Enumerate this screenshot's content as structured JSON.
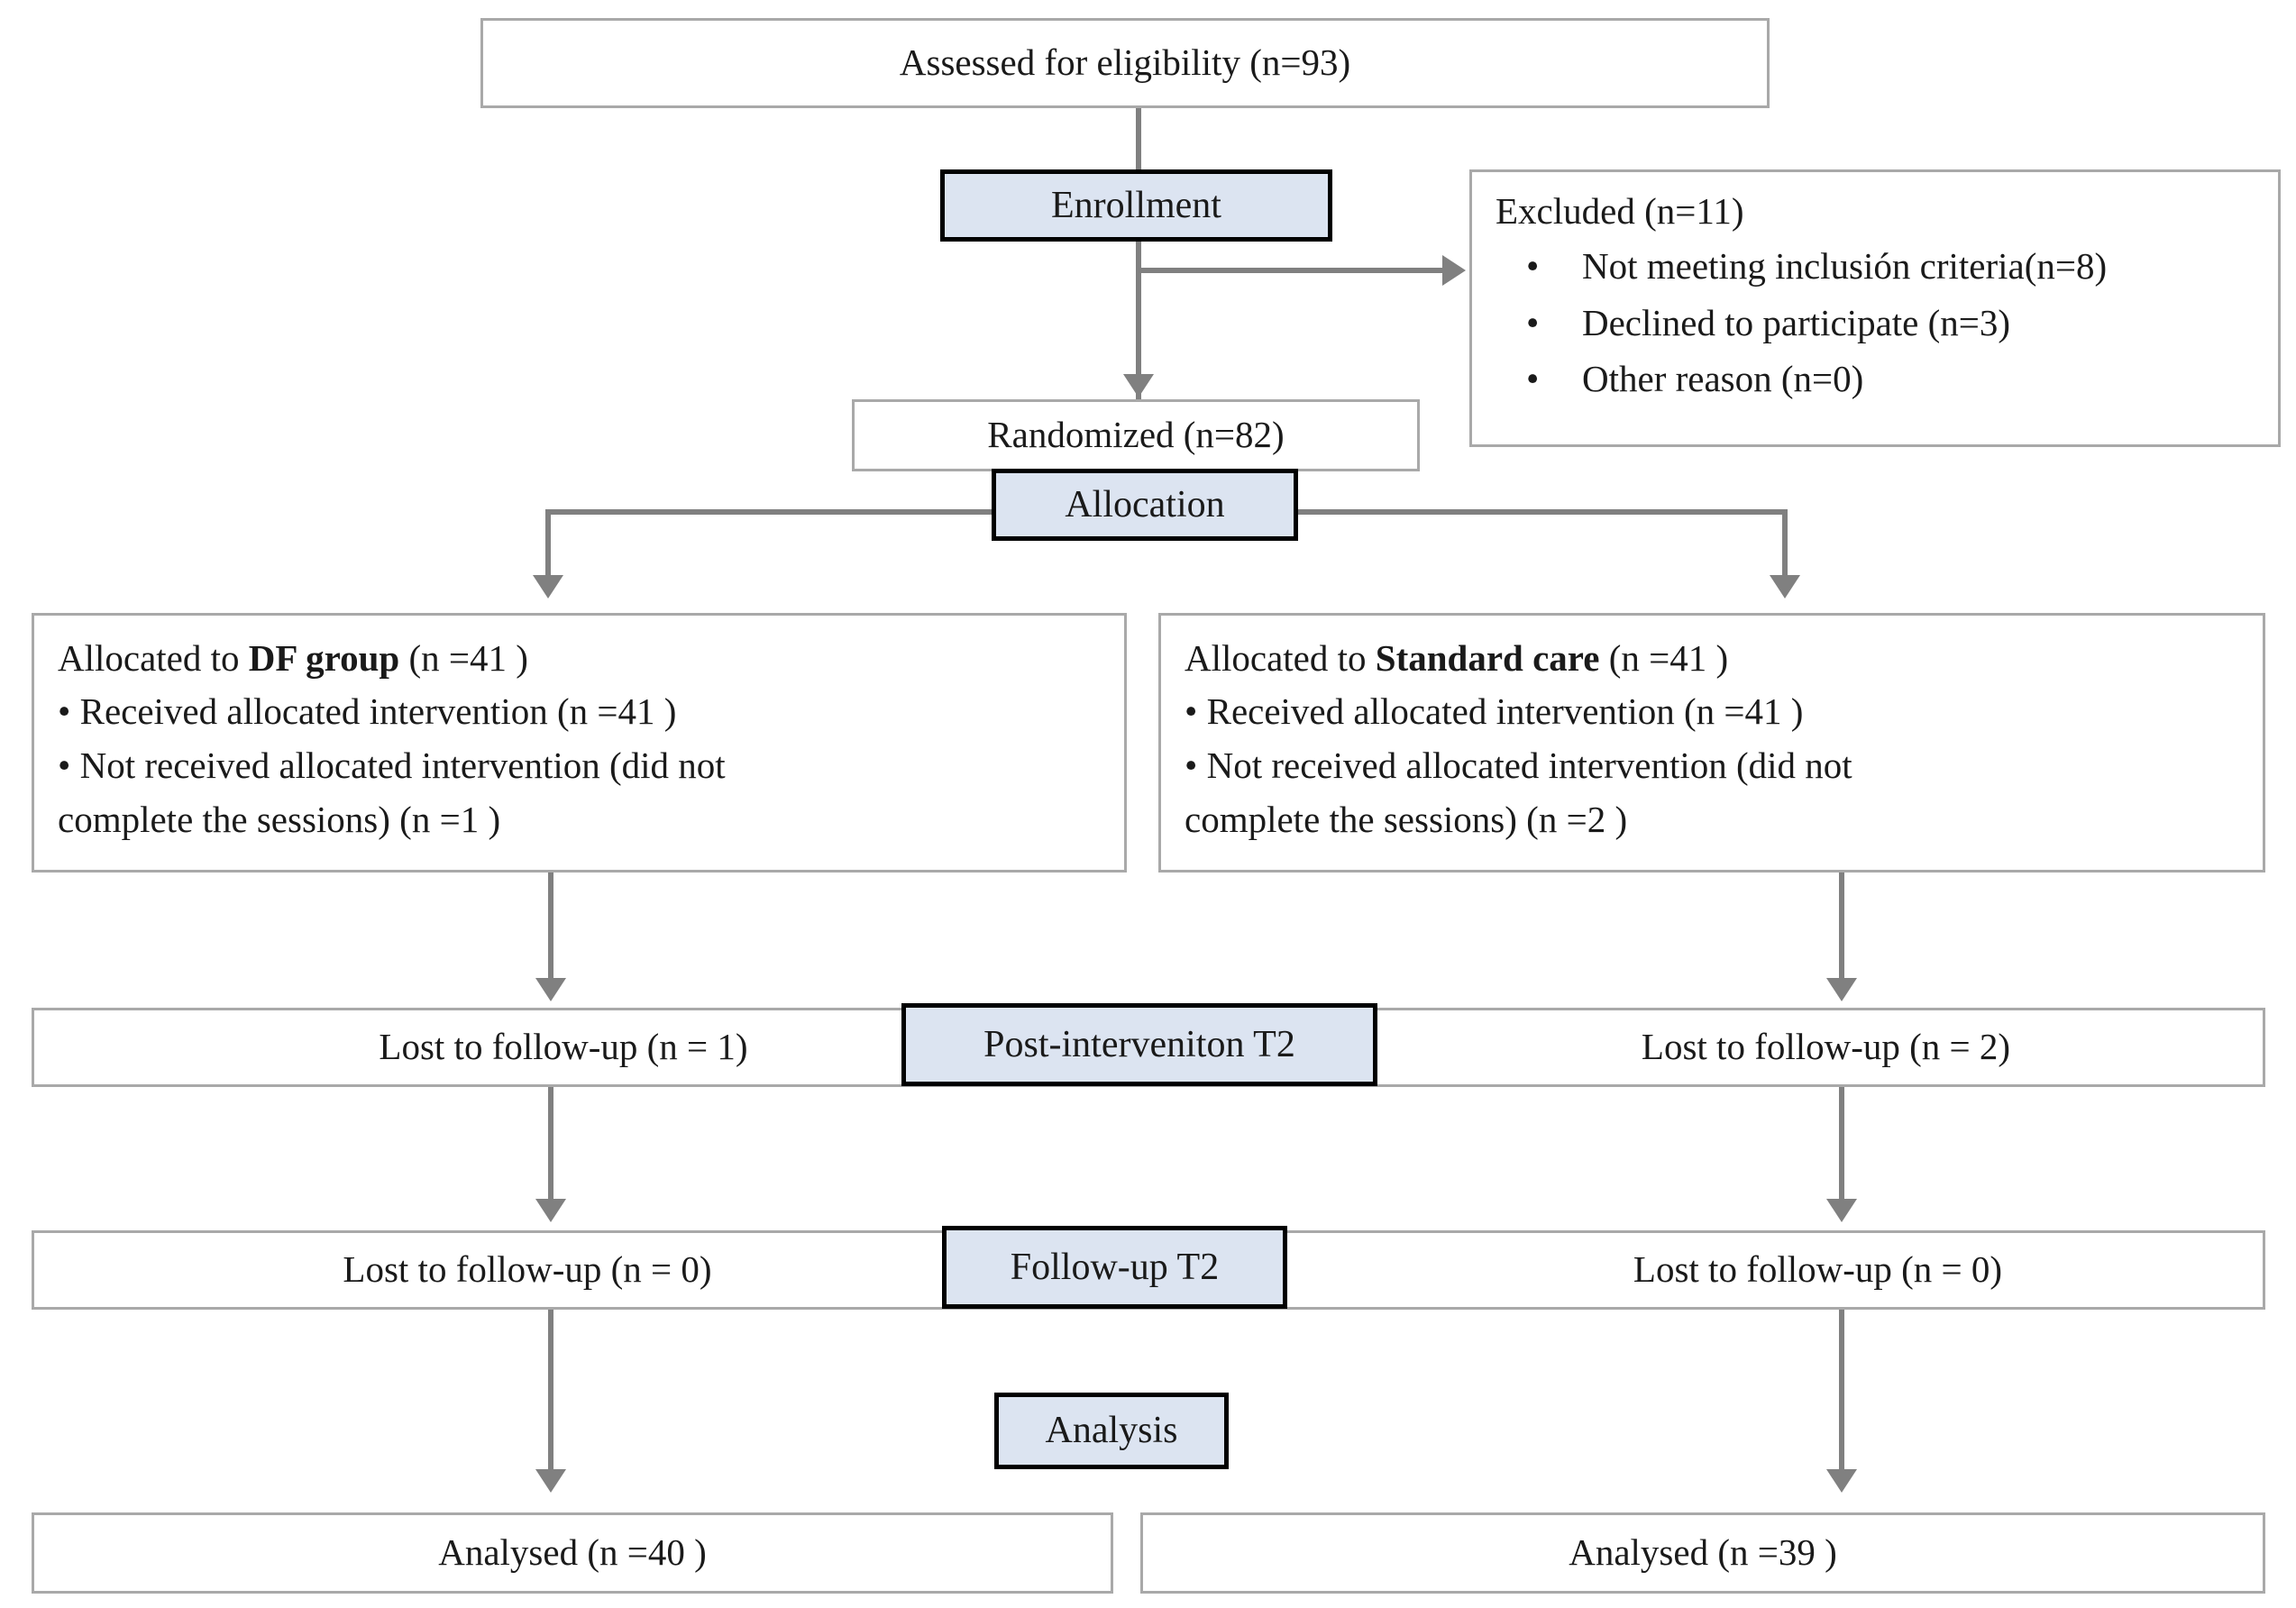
{
  "diagram": {
    "type": "CONSORT participant flow diagram",
    "colors": {
      "stage_fill": "#dce4f1",
      "stage_border": "#000000",
      "box_border": "#a9a9a9",
      "connector": "#808080",
      "text": "#1a1a1a",
      "background": "#ffffff"
    },
    "stages": {
      "enrollment": "Enrollment",
      "allocation": "Allocation",
      "post_intervention": "Post-interveniton T2",
      "follow_up": "Follow-up T2",
      "analysis": "Analysis"
    },
    "nodes": {
      "assessed": "Assessed for eligibility (n=93)",
      "excluded_title": "Excluded (n=11)",
      "excluded_reasons": [
        "Not meeting inclusión criteria(n=8)",
        "Declined to participate (n=3)",
        "Other reason (n=0)"
      ],
      "randomized": "Randomized (n=82)",
      "alloc_left": {
        "lead_prefix": "Allocated to ",
        "lead_bold": "DF group",
        "lead_suffix": " (n =41 )",
        "line2": "• Received allocated intervention (n =41 )",
        "line3": "• Not received allocated intervention (did not",
        "line4": "complete the sessions) (n =1 )"
      },
      "alloc_right": {
        "lead_prefix": "Allocated to ",
        "lead_bold": "Standard care",
        "lead_suffix": " (n =41 )",
        "line2": "• Received allocated intervention (n =41 )",
        "line3": "• Not received allocated intervention (did not",
        "line4": "complete the sessions) (n =2 )"
      },
      "post_left": "Lost to follow-up (n = 1)",
      "post_right": "Lost to follow-up (n = 2)",
      "follow_left": "Lost to follow-up (n = 0)",
      "follow_right": "Lost to follow-up (n = 0)",
      "analysed_left": "Analysed (n =40 )",
      "analysed_right": "Analysed (n =39 )"
    }
  }
}
